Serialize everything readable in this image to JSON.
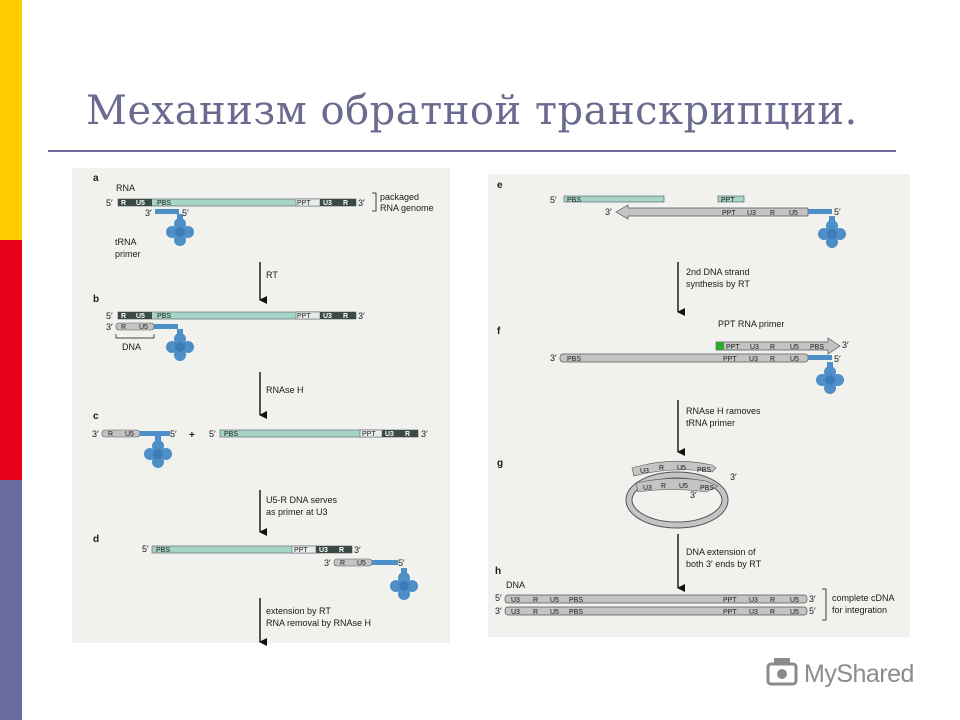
{
  "slide": {
    "title": "Механизм обратной транскрипции.",
    "accent_colors": [
      "#ffcc00",
      "#e8001c",
      "#6a6a9e"
    ]
  },
  "diagram": {
    "colors": {
      "rna": "#a6d4c6",
      "dna": "#c4c4c4",
      "dark_segment": "#3c4a45",
      "trna": "#4f8fc8",
      "ppt_primer": "#2fa82f"
    },
    "steps": {
      "a": {
        "label": "a",
        "rna": "RNA",
        "note1": "packaged",
        "note2": "RNA genome",
        "trna1": "tRNA",
        "trna2": "primer"
      },
      "b": {
        "label": "b",
        "dna": "DNA"
      },
      "c": {
        "label": "c",
        "plus": "+"
      },
      "d": {
        "label": "d"
      },
      "e": {
        "label": "e"
      },
      "f": {
        "label": "f",
        "ppt_primer": "PPT RNA primer"
      },
      "g": {
        "label": "g"
      },
      "h": {
        "label": "h",
        "dna": "DNA",
        "note1": "complete cDNA",
        "note2": "for integration"
      }
    },
    "arrows": {
      "rt": "RT",
      "rnase1": "RNAse H",
      "u5r1": "U5-R DNA serves",
      "u5r2": "as primer at U3",
      "ext1": "extension by RT",
      "ext2": "RNA removal by RNAse H",
      "second1": "2nd DNA strand",
      "second2": "synthesis by RT",
      "remove1": "RNAse H ramoves",
      "remove2": "tRNA primer",
      "both1": "DNA extension of",
      "both2": "both 3′ ends by RT"
    },
    "ends": {
      "five": "5′",
      "three": "3′"
    },
    "segments": {
      "r": "R",
      "u5": "U5",
      "pbs": "PBS",
      "ppt": "PPT",
      "u3": "U3"
    }
  },
  "watermark": {
    "text": "MyShared",
    "icon": "projector-icon"
  }
}
